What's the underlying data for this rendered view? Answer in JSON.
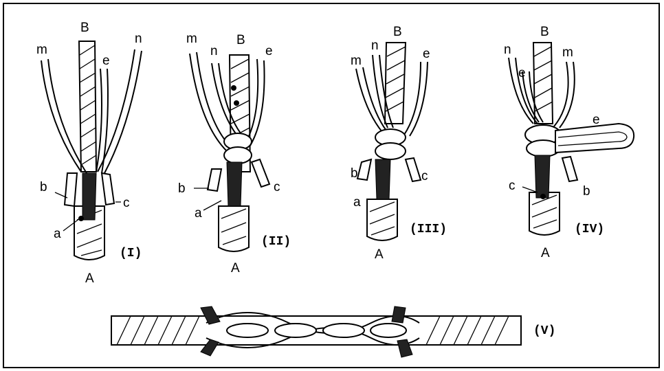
{
  "figures": [
    {
      "stage": "(I)",
      "labels": {
        "B": "B",
        "m": "m",
        "n": "n",
        "e": "e",
        "b": "b",
        "c": "c",
        "a": "a",
        "A": "A"
      }
    },
    {
      "stage": "(II)",
      "labels": {
        "B": "B",
        "m": "m",
        "n": "n",
        "e": "e",
        "b": "b",
        "c": "c",
        "a": "a",
        "A": "A"
      }
    },
    {
      "stage": "(III)",
      "labels": {
        "B": "B",
        "m": "m",
        "n": "n",
        "e": "e",
        "b": "b",
        "c": "c",
        "a": "a",
        "A": "A"
      }
    },
    {
      "stage": "(IV)",
      "labels": {
        "B": "B",
        "n": "n",
        "e": "e",
        "m": "m",
        "e2": "e",
        "c": "c",
        "b": "b",
        "A": "A"
      }
    }
  ],
  "splice": {
    "stage": "(V)"
  }
}
